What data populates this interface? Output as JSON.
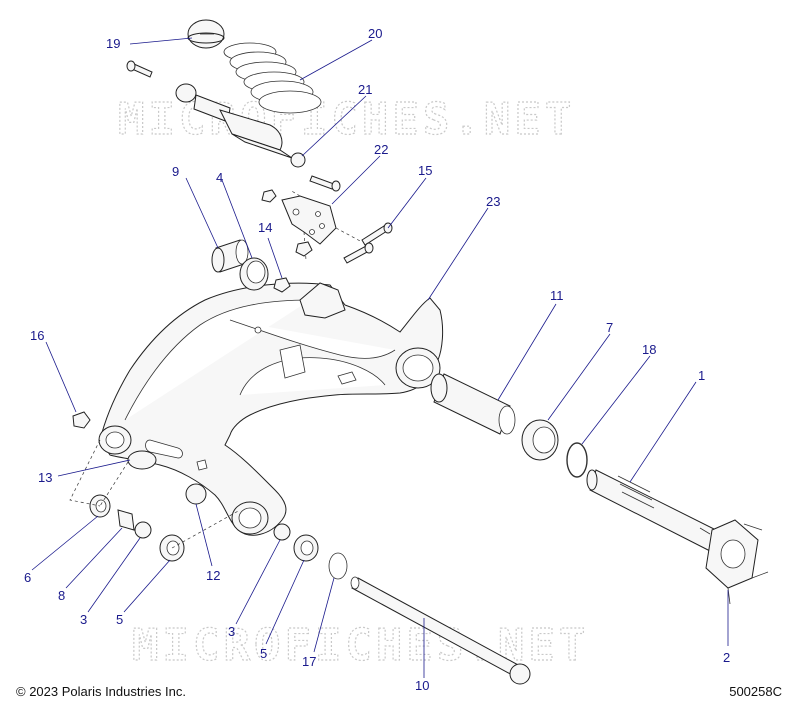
{
  "watermark": "MICROFICHES.NET",
  "footer": {
    "copyright": "© 2023 Polaris Industries Inc.",
    "diagram_id": "500258C"
  },
  "callouts": [
    {
      "id": "c1",
      "label": "1"
    },
    {
      "id": "c2",
      "label": "2"
    },
    {
      "id": "c3a",
      "label": "3"
    },
    {
      "id": "c3b",
      "label": "3"
    },
    {
      "id": "c4",
      "label": "4"
    },
    {
      "id": "c5a",
      "label": "5"
    },
    {
      "id": "c5b",
      "label": "5"
    },
    {
      "id": "c6",
      "label": "6"
    },
    {
      "id": "c7",
      "label": "7"
    },
    {
      "id": "c8",
      "label": "8"
    },
    {
      "id": "c9",
      "label": "9"
    },
    {
      "id": "c10",
      "label": "10"
    },
    {
      "id": "c11",
      "label": "11"
    },
    {
      "id": "c12",
      "label": "12"
    },
    {
      "id": "c13",
      "label": "13"
    },
    {
      "id": "c14",
      "label": "14"
    },
    {
      "id": "c15",
      "label": "15"
    },
    {
      "id": "c16",
      "label": "16"
    },
    {
      "id": "c17",
      "label": "17"
    },
    {
      "id": "c18",
      "label": "18"
    },
    {
      "id": "c19",
      "label": "19"
    },
    {
      "id": "c20",
      "label": "20"
    },
    {
      "id": "c21",
      "label": "21"
    },
    {
      "id": "c22",
      "label": "22"
    },
    {
      "id": "c23",
      "label": "23"
    }
  ],
  "colors": {
    "callout": "#1a1a8c",
    "line": "#222222",
    "watermark": "#c9c9c9"
  }
}
